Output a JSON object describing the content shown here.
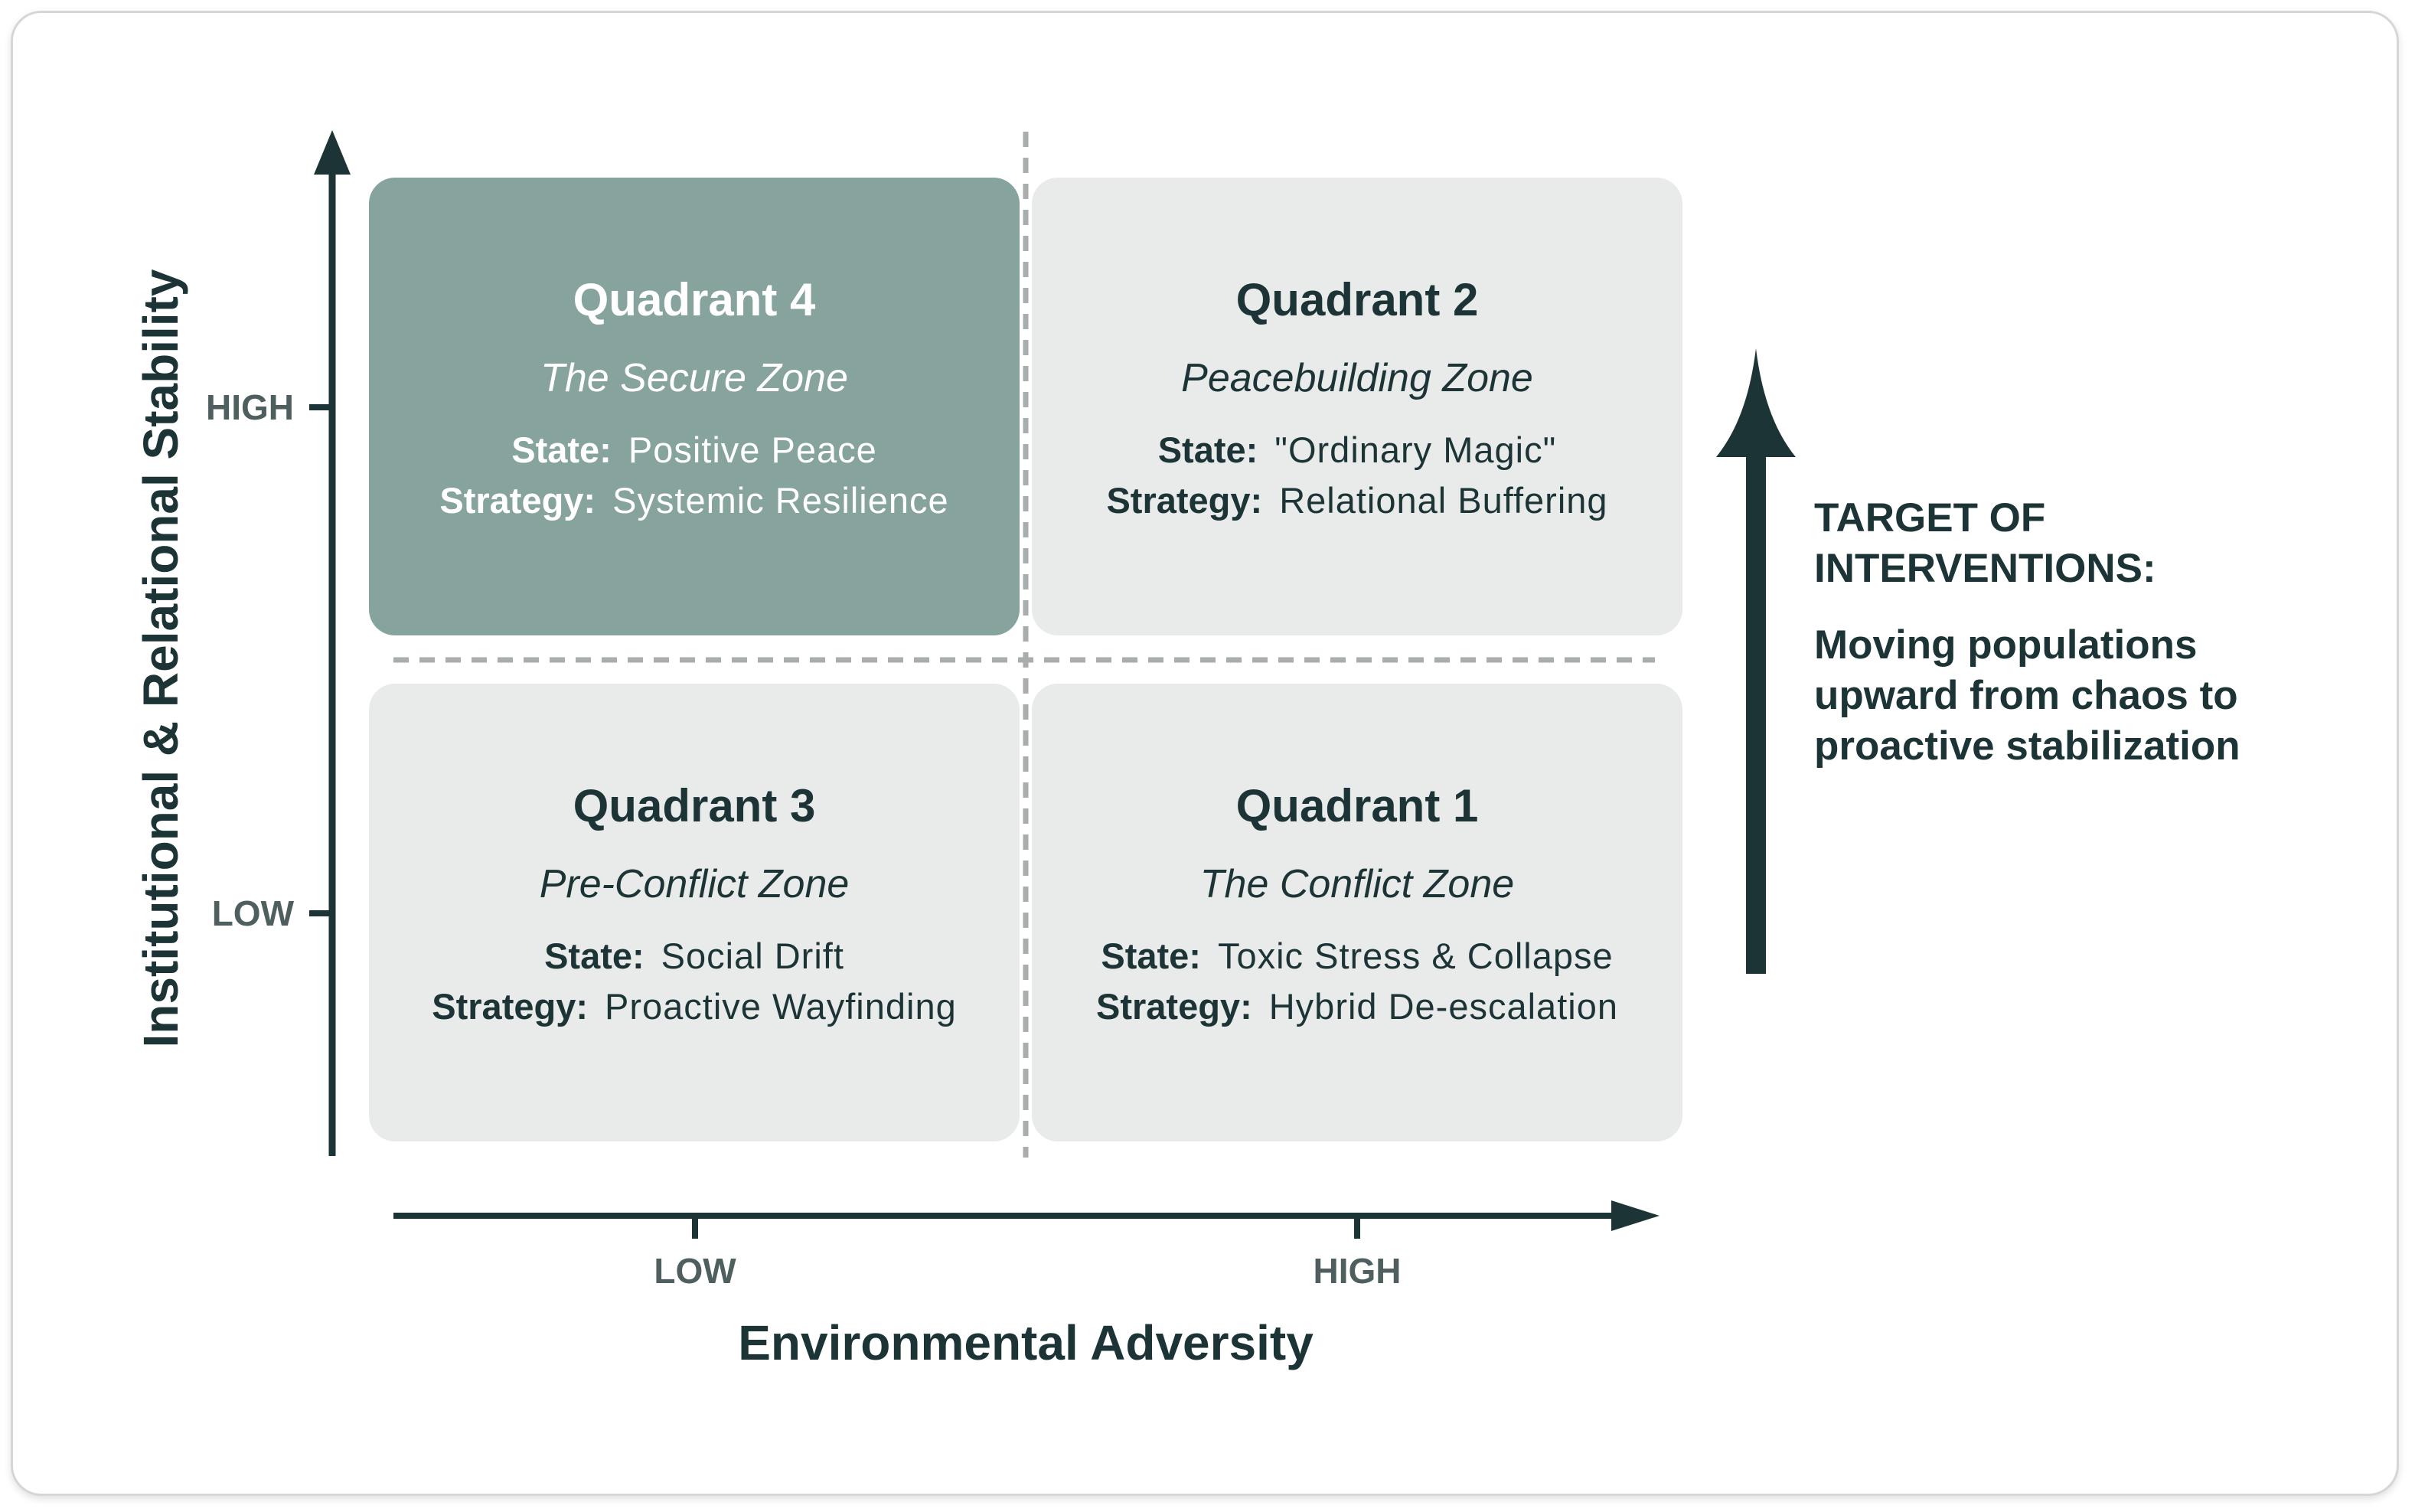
{
  "axes": {
    "y_title": "Institutional & Relational Stability",
    "x_title": "Environmental Adversity",
    "y_ticks": [
      "HIGH",
      "LOW"
    ],
    "x_ticks": [
      "LOW",
      "HIGH"
    ]
  },
  "quadrants": [
    {
      "title": "Quadrant 4",
      "zone": "The Secure Zone",
      "state_label": "State:",
      "state": "Positive Peace",
      "strategy_label": "Strategy:",
      "strategy": "Systemic Resilience",
      "highlighted": true
    },
    {
      "title": "Quadrant 2",
      "zone": "Peacebuilding Zone",
      "state_label": "State:",
      "state": "\"Ordinary Magic\"",
      "strategy_label": "Strategy:",
      "strategy": "Relational Buffering",
      "highlighted": false
    },
    {
      "title": "Quadrant 3",
      "zone": "Pre-Conflict Zone",
      "state_label": "State:",
      "state": "Social Drift",
      "strategy_label": "Strategy:",
      "strategy": "Proactive Wayfinding",
      "highlighted": false
    },
    {
      "title": "Quadrant 1",
      "zone": "The Conflict Zone",
      "state_label": "State:",
      "state": "Toxic Stress & Collapse",
      "strategy_label": "Strategy:",
      "strategy": "Hybrid De-escalation",
      "highlighted": false
    }
  ],
  "side_note": {
    "heading": "TARGET OF INTERVENTIONS:",
    "body": "Moving populations upward from chaos to proactive stabilization"
  },
  "colors": {
    "axis": "#1d3436",
    "highlight_fill": "#86a39d",
    "quadrant_fill": "#e9ebeb",
    "divider": "#a9adad"
  }
}
